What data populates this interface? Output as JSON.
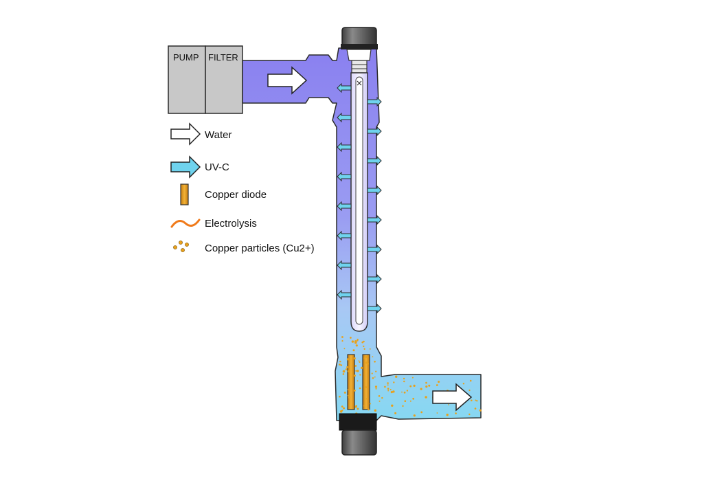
{
  "components": {
    "pump_label": "PUMP",
    "filter_label": "FILTER"
  },
  "legend": {
    "water": "Water",
    "uvc": "UV-C",
    "copper_diode": "Copper diode",
    "electrolysis": "Electrolysis",
    "copper_particles": "Copper particles (Cu2+)"
  },
  "colors": {
    "pipe_top": "#8a80f0",
    "pipe_bottom": "#7fd4f2",
    "uv_arrow": "#6fd3ee",
    "copper": "#e8a11c",
    "electrolysis": "#f07a1a",
    "housing": "#c8c8c8",
    "cap": "#5a5a5a",
    "outline": "#2a2a2a"
  },
  "icons": [
    "water-arrow-icon",
    "uvc-arrow-icon",
    "copper-diode-icon",
    "electrolysis-wave-icon",
    "copper-particles-icon"
  ]
}
